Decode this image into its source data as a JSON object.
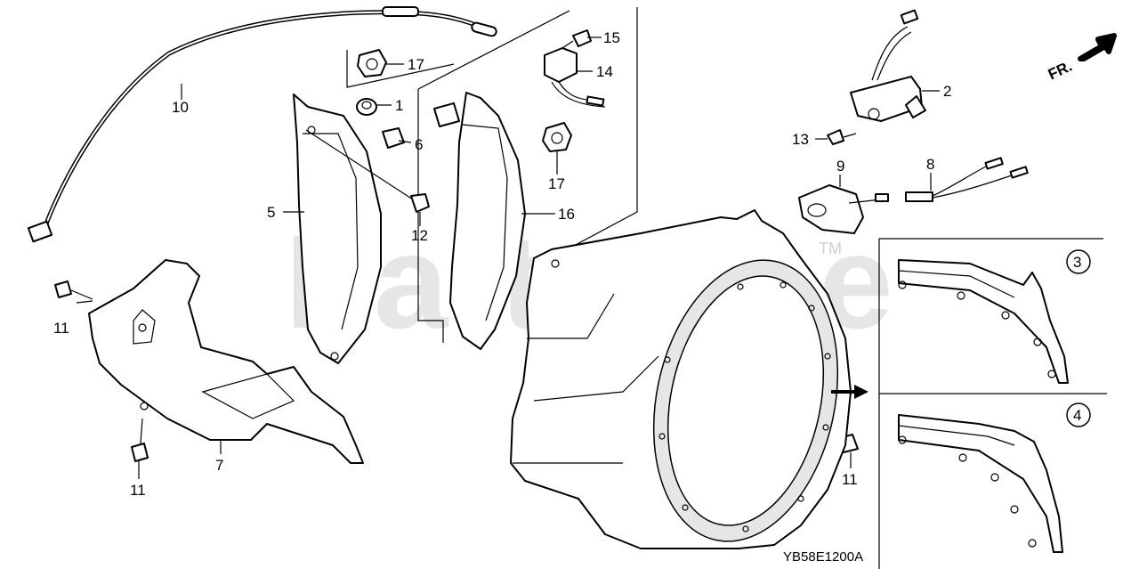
{
  "watermark": "PartsTree",
  "trademark": "TM",
  "direction_label": "FR.",
  "diagram_code": "YB58E1200A",
  "callouts": [
    {
      "id": "c10",
      "text": "10"
    },
    {
      "id": "c17a",
      "text": "17"
    },
    {
      "id": "c15",
      "text": "15"
    },
    {
      "id": "c14",
      "text": "14"
    },
    {
      "id": "c1",
      "text": "1"
    },
    {
      "id": "c6",
      "text": "6"
    },
    {
      "id": "c2",
      "text": "2"
    },
    {
      "id": "c13",
      "text": "13"
    },
    {
      "id": "c17b",
      "text": "17"
    },
    {
      "id": "c16",
      "text": "16"
    },
    {
      "id": "c5",
      "text": "5"
    },
    {
      "id": "c12",
      "text": "12"
    },
    {
      "id": "c9",
      "text": "9"
    },
    {
      "id": "c8",
      "text": "8"
    },
    {
      "id": "c11a",
      "text": "11"
    },
    {
      "id": "c11b",
      "text": "11"
    },
    {
      "id": "c7",
      "text": "7"
    },
    {
      "id": "c11c",
      "text": "11"
    }
  ],
  "insets": [
    {
      "id": "inset3",
      "number": "3"
    },
    {
      "id": "inset4",
      "number": "4"
    }
  ]
}
